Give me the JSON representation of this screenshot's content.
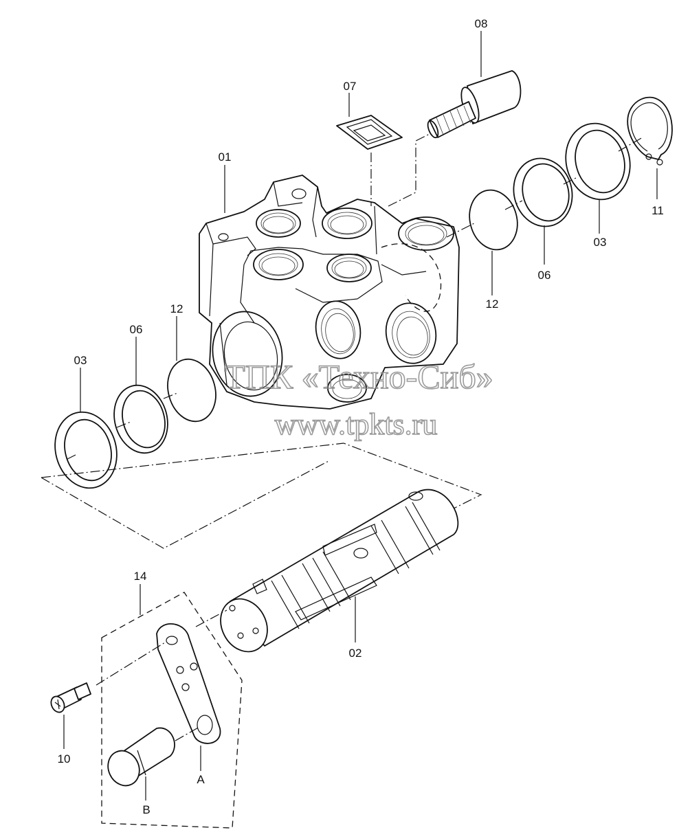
{
  "labels": {
    "p01": "01",
    "p02": "02",
    "p03_left": "03",
    "p03_right": "03",
    "p06_left": "06",
    "p06_right": "06",
    "p07": "07",
    "p08": "08",
    "p10": "10",
    "p11": "11",
    "p12_left": "12",
    "p12_right": "12",
    "p14": "14",
    "pA": "A",
    "pB": "B"
  },
  "watermark": {
    "line1": "ТПК «Техно-Сиб»",
    "line2": "www.tpkts.ru"
  }
}
